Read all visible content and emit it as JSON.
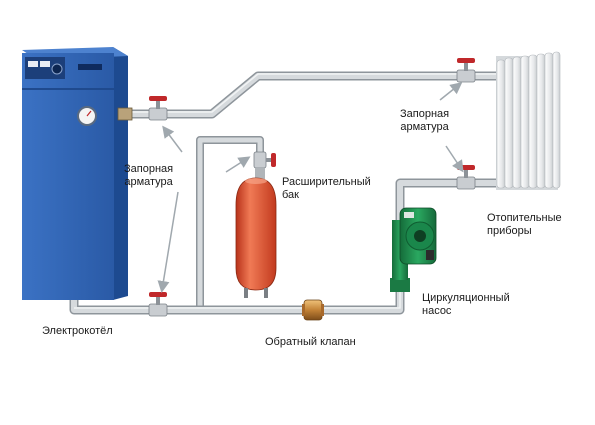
{
  "labels": {
    "boiler": "Электрокотёл",
    "shutoff_left": [
      "Запорная",
      "арматура"
    ],
    "expansion_tank": [
      "Расширительный",
      "бак"
    ],
    "check_valve": "Обратный клапан",
    "pump": [
      "Циркуляционный",
      "насос"
    ],
    "shutoff_right": [
      "Запорная",
      "арматура"
    ],
    "radiators": [
      "Отопительные",
      "приборы"
    ]
  },
  "colors": {
    "boiler_body": "#2f63b4",
    "boiler_dark": "#1f4a8e",
    "pipe": "#c8cccf",
    "pipe_edge": "#8e9499",
    "valve_handle": "#c0282a",
    "tank": "#e0522e",
    "pump": "#1f8f4e",
    "radiator": "#eceeef",
    "arrow": "#9aa3aa"
  },
  "icons": [
    "boiler-icon",
    "valve-icon",
    "expansion-tank-icon",
    "check-valve-icon",
    "pump-icon",
    "radiator-icon"
  ]
}
